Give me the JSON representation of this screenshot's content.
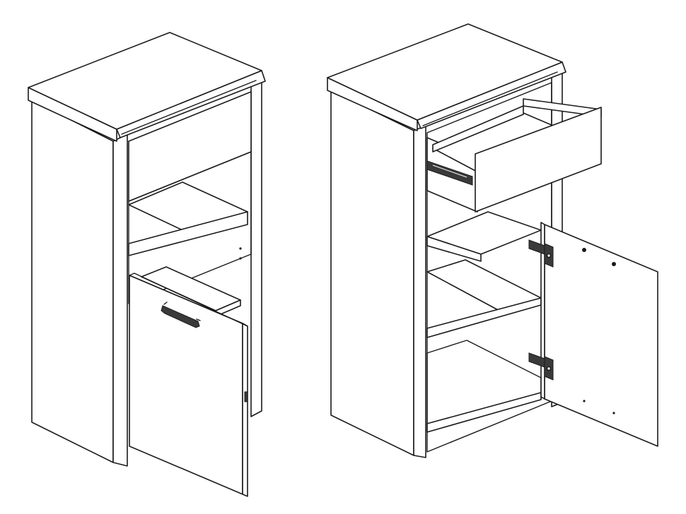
{
  "figure": {
    "views": [
      {
        "id": "closed",
        "description_name": "cabinet-closed-view"
      },
      {
        "id": "open",
        "description_name": "cabinet-open-view"
      }
    ],
    "colors": {
      "line": "#1a1a1a",
      "fill": "#ffffff",
      "hardware": "#3a3a3a"
    },
    "icons": [
      "handle-icon",
      "hinge-icon",
      "drawer-slide-icon"
    ]
  }
}
